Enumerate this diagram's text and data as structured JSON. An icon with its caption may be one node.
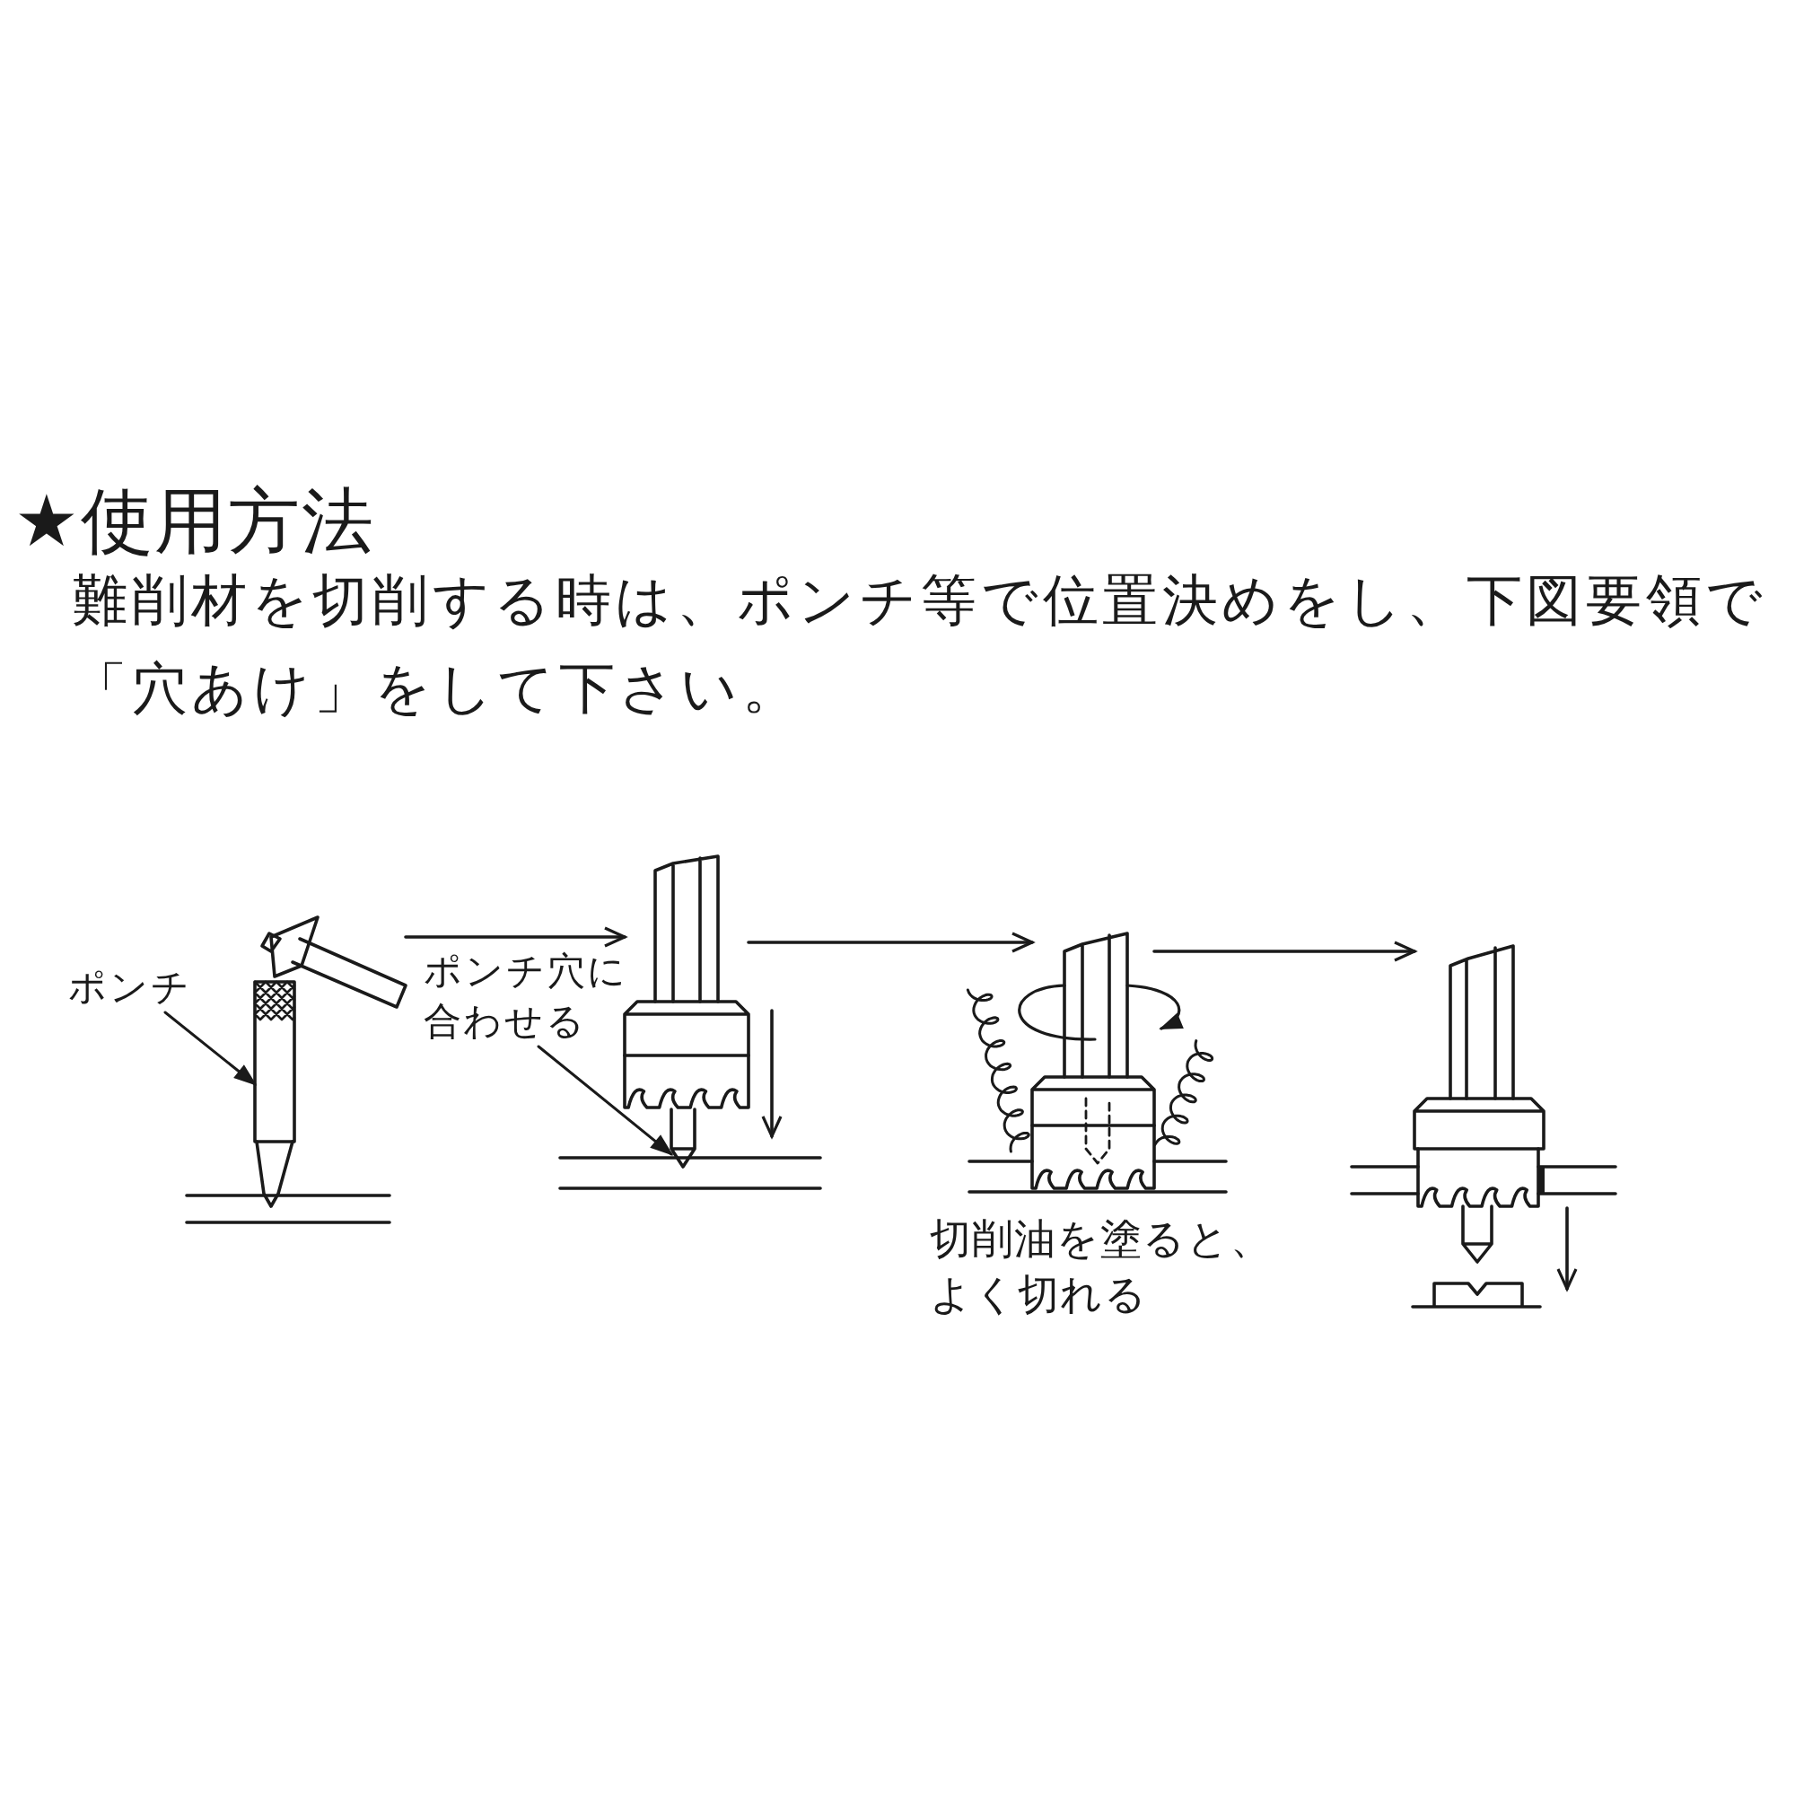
{
  "diagram": {
    "title": "★使用方法",
    "nodes": [
      {
        "text": [
          "ポンチ"
        ]
      },
      {
        "text": [],
        "shape": "picture"
      },
      {
        "text": [],
        "shape": "picture"
      },
      {
        "text": [
          "ポンチ穴に合わせる"
        ]
      },
      {
        "text": [],
        "shape": "picture"
      },
      {
        "text": [],
        "shape": "picture"
      },
      {
        "text": [],
        "shape": "picture"
      },
      {
        "text": [],
        "shape": "picture"
      }
    ],
    "edges": [
      {
        "from": 0,
        "to": 2,
        "arrow": "to"
      },
      {
        "from": 1,
        "to": 4,
        "arrow": "to"
      },
      {
        "from": 3,
        "to": 5,
        "arrow": "to"
      },
      {
        "from": 4,
        "to": 6,
        "arrow": "to"
      },
      {
        "from": 6,
        "to": 7,
        "arrow": "to"
      }
    ],
    "labels": [
      "難削材を切削する時は、ポンチ等で位置決めをし、下図要領で「穴あけ」をして下さい。",
      "切削油を塗ると、よく切れる"
    ]
  }
}
